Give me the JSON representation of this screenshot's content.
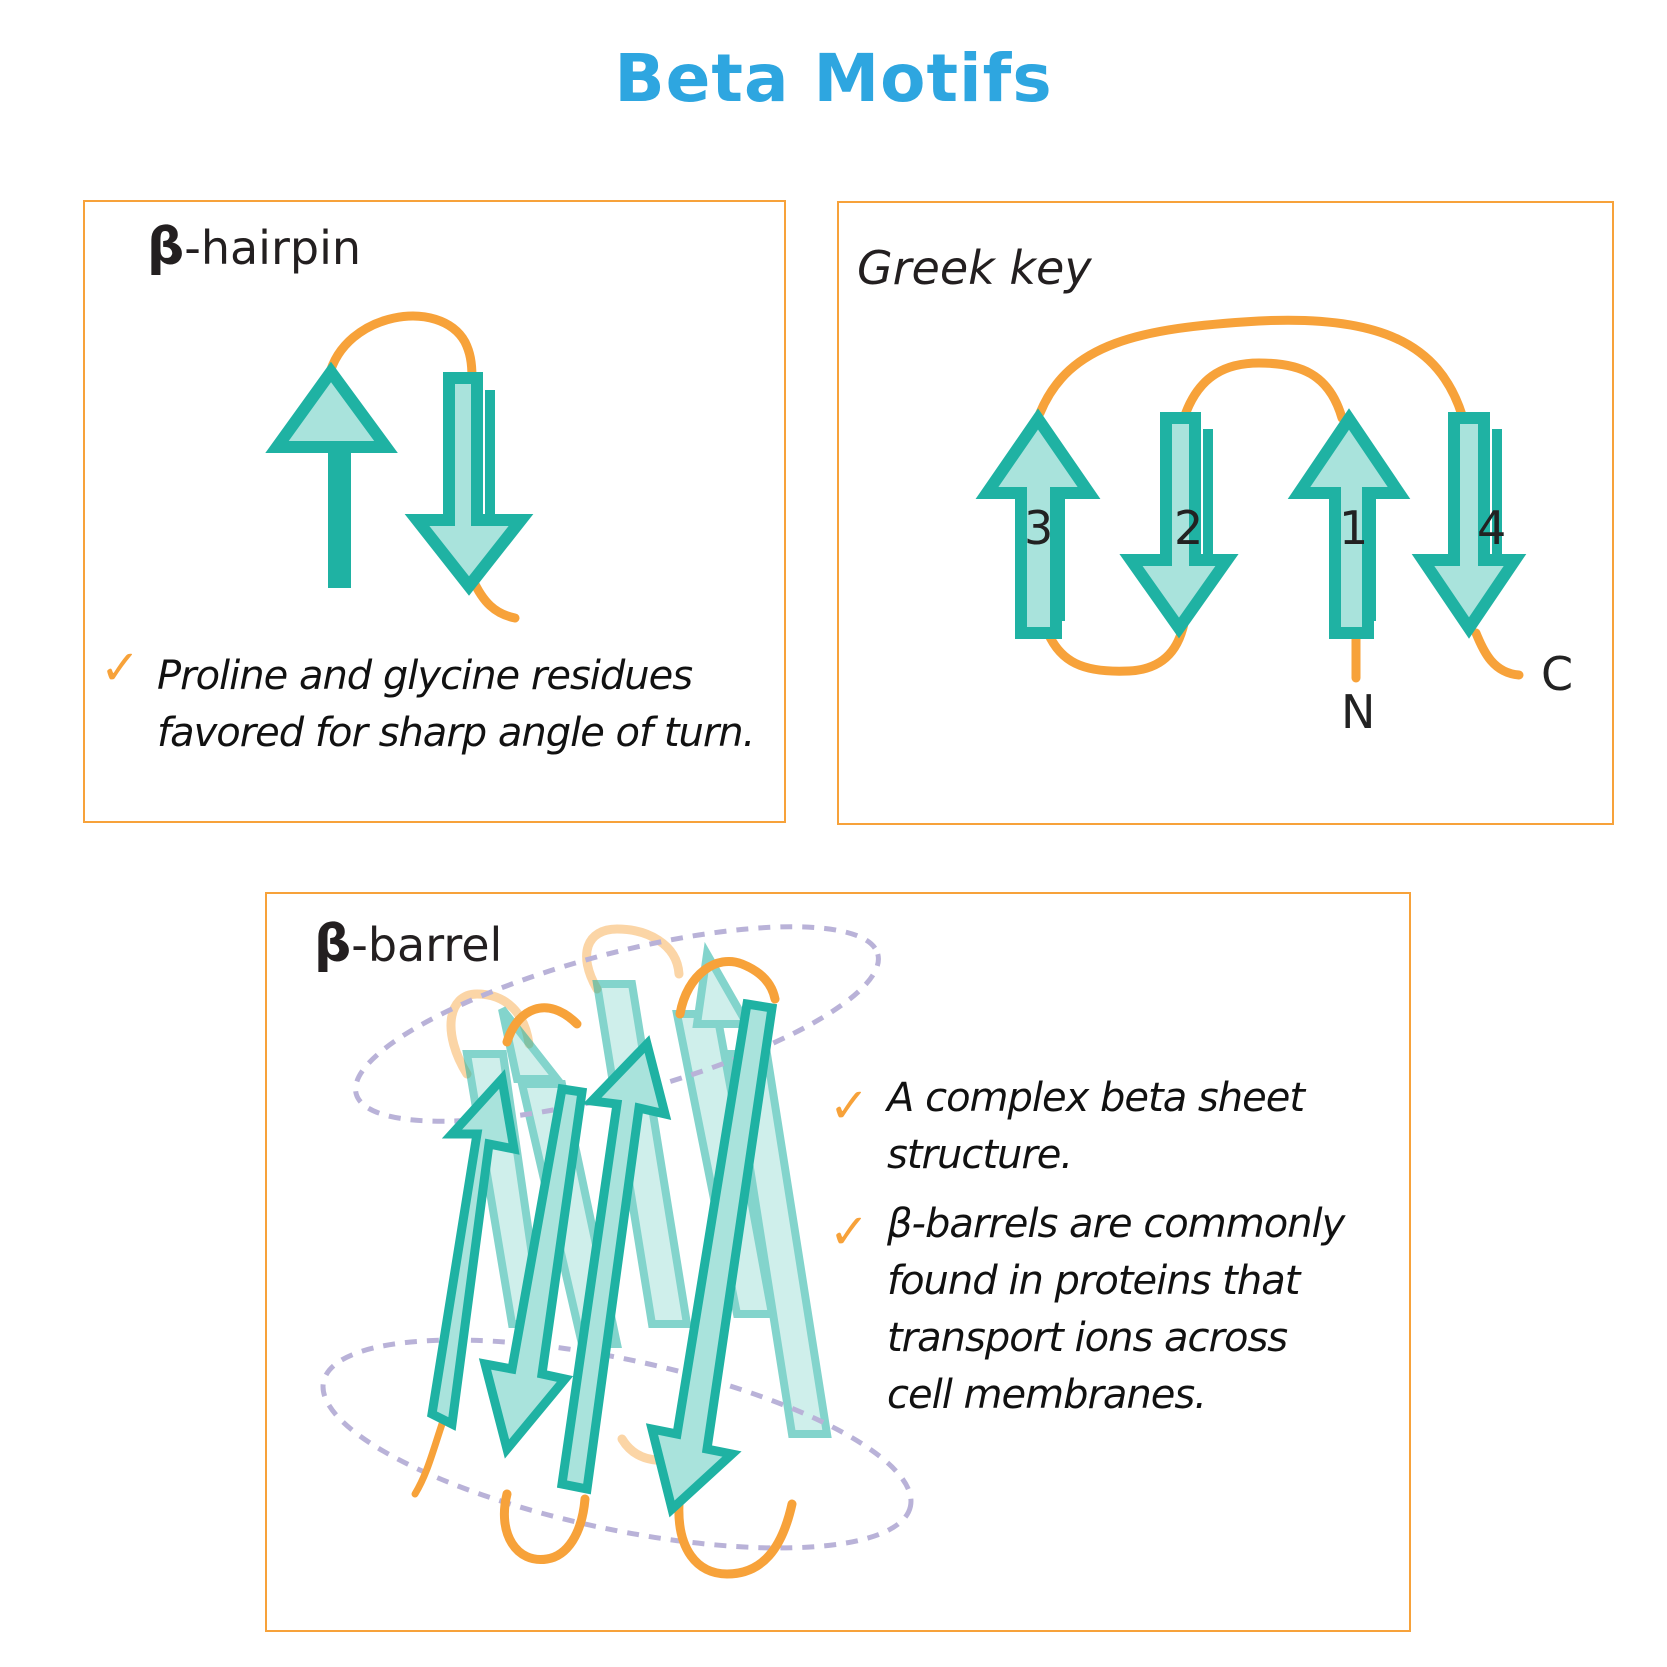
{
  "title": "Beta Motifs",
  "colors": {
    "title": "#2ea6e0",
    "panel_border": "#f7a23a",
    "strand_fill": "#a9e3dc",
    "strand_stroke": "#1fb2a3",
    "loop": "#f7a23a",
    "check": "#f7a23a",
    "barrel_outline": "#b9b2d8"
  },
  "hairpin": {
    "beta_symbol": "β",
    "title": "-hairpin",
    "check_icon": "checkmark-icon",
    "note_lines": [
      "Proline and glycine residues",
      "favored for sharp angle of turn."
    ]
  },
  "greek_key": {
    "title": "Greek key",
    "strands": [
      "3",
      "2",
      "1",
      "4"
    ],
    "n_terminus": "N",
    "c_terminus": "C"
  },
  "barrel": {
    "beta_symbol": "β",
    "title": "-barrel",
    "check_icon": "checkmark-icon",
    "notes": [
      {
        "lines": [
          "A complex beta sheet",
          "structure."
        ]
      },
      {
        "lines": [
          "β-barrels are commonly",
          "found in  proteins that",
          "transport ions across",
          "cell membranes."
        ]
      }
    ]
  }
}
